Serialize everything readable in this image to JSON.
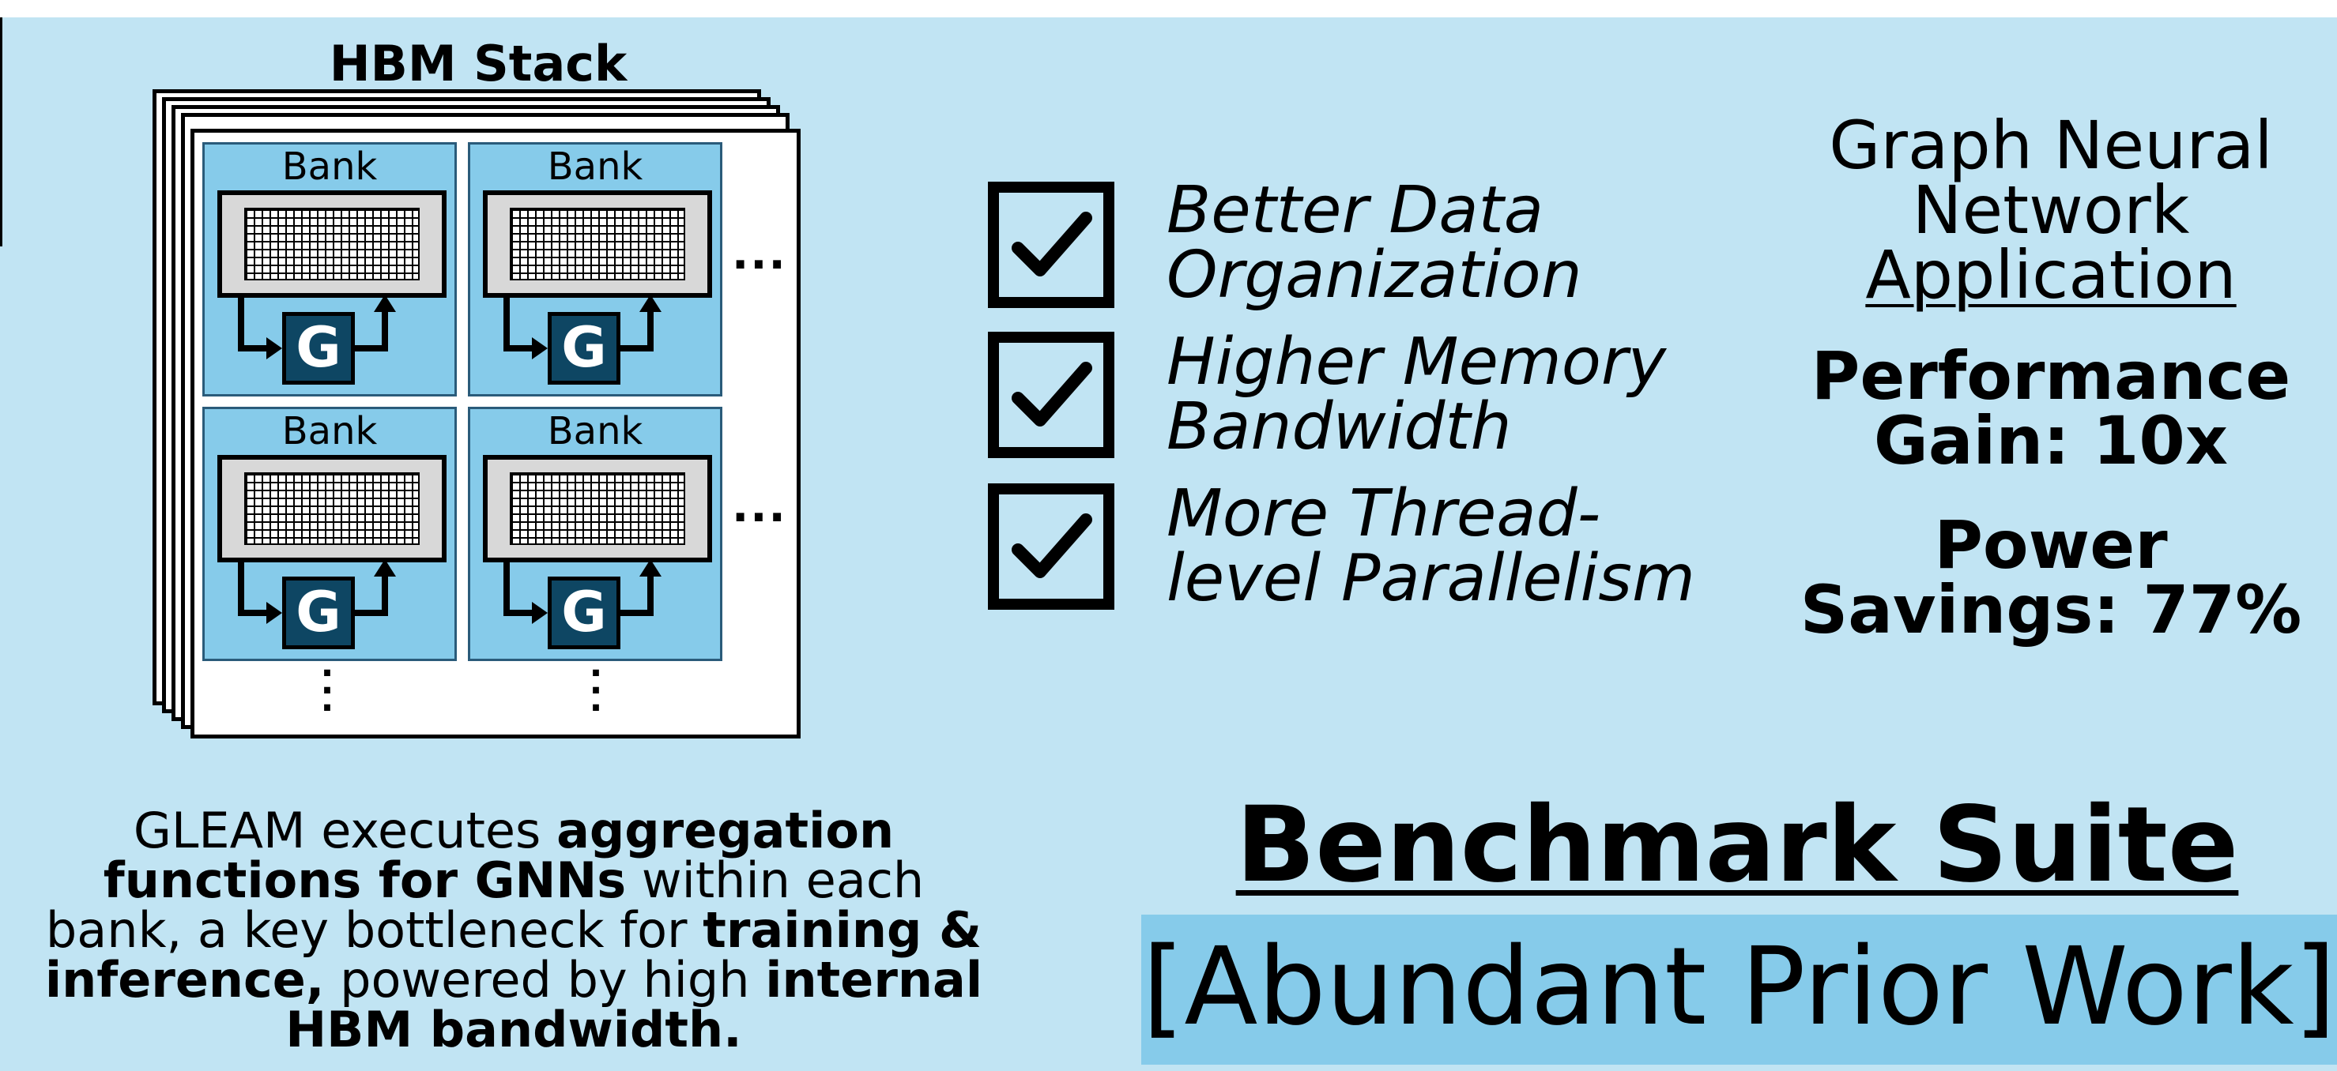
{
  "colors": {
    "panel_background": "#c1e4f3",
    "bank_fill": "#86cbea",
    "gather_unit_fill": "#0e4663",
    "array_fill": "#d8d8d8"
  },
  "hbm_stack": {
    "title": "HBM Stack",
    "banks": [
      {
        "label": "Bank",
        "unit": "G"
      },
      {
        "label": "Bank",
        "unit": "G"
      },
      {
        "label": "Bank",
        "unit": "G"
      },
      {
        "label": "Bank",
        "unit": "G"
      }
    ],
    "horizontal_ellipsis": "···",
    "vertical_ellipsis": "·\n·\n·"
  },
  "checklist": [
    {
      "icon": "checkmark-icon",
      "text": "Better Data\nOrganization"
    },
    {
      "icon": "checkmark-icon",
      "text": "Higher Memory\nBandwidth"
    },
    {
      "icon": "checkmark-icon",
      "text": "More Thread-\nlevel Parallelism"
    }
  ],
  "application": {
    "line1": "Graph Neural",
    "line2": "Network",
    "line3": "Application"
  },
  "stats": {
    "performance_line1": "Performance",
    "performance_line2": "Gain: 10x",
    "power_line1": "Power",
    "power_line2": "Savings: 77%"
  },
  "description": {
    "t1": "GLEAM executes ",
    "b1": "aggregation functions for GNNs",
    "t2": " within each bank, a key bottleneck for ",
    "b2": "training & inference,",
    "t3": " powered by high ",
    "b3": "internal HBM bandwidth."
  },
  "benchmark": {
    "title": "Benchmark Suite",
    "subtitle": "[Abundant Prior Work]"
  }
}
